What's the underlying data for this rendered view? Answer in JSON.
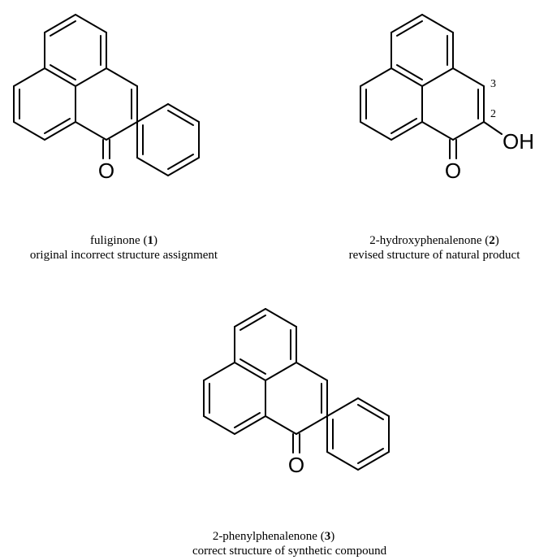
{
  "atom_labels": {
    "oxygen": "O",
    "hydroxyl": "OH",
    "locant_2": "2",
    "locant_3": "3"
  },
  "compounds": [
    {
      "name": "fuliginone",
      "number": "1",
      "description": "original incorrect structure assignment"
    },
    {
      "name": "2-hydroxyphenalenone",
      "number": "2",
      "description": "revised structure of natural product"
    },
    {
      "name": "2-phenylphenalenone",
      "number": "3",
      "description": "correct structure of synthetic compound"
    }
  ]
}
